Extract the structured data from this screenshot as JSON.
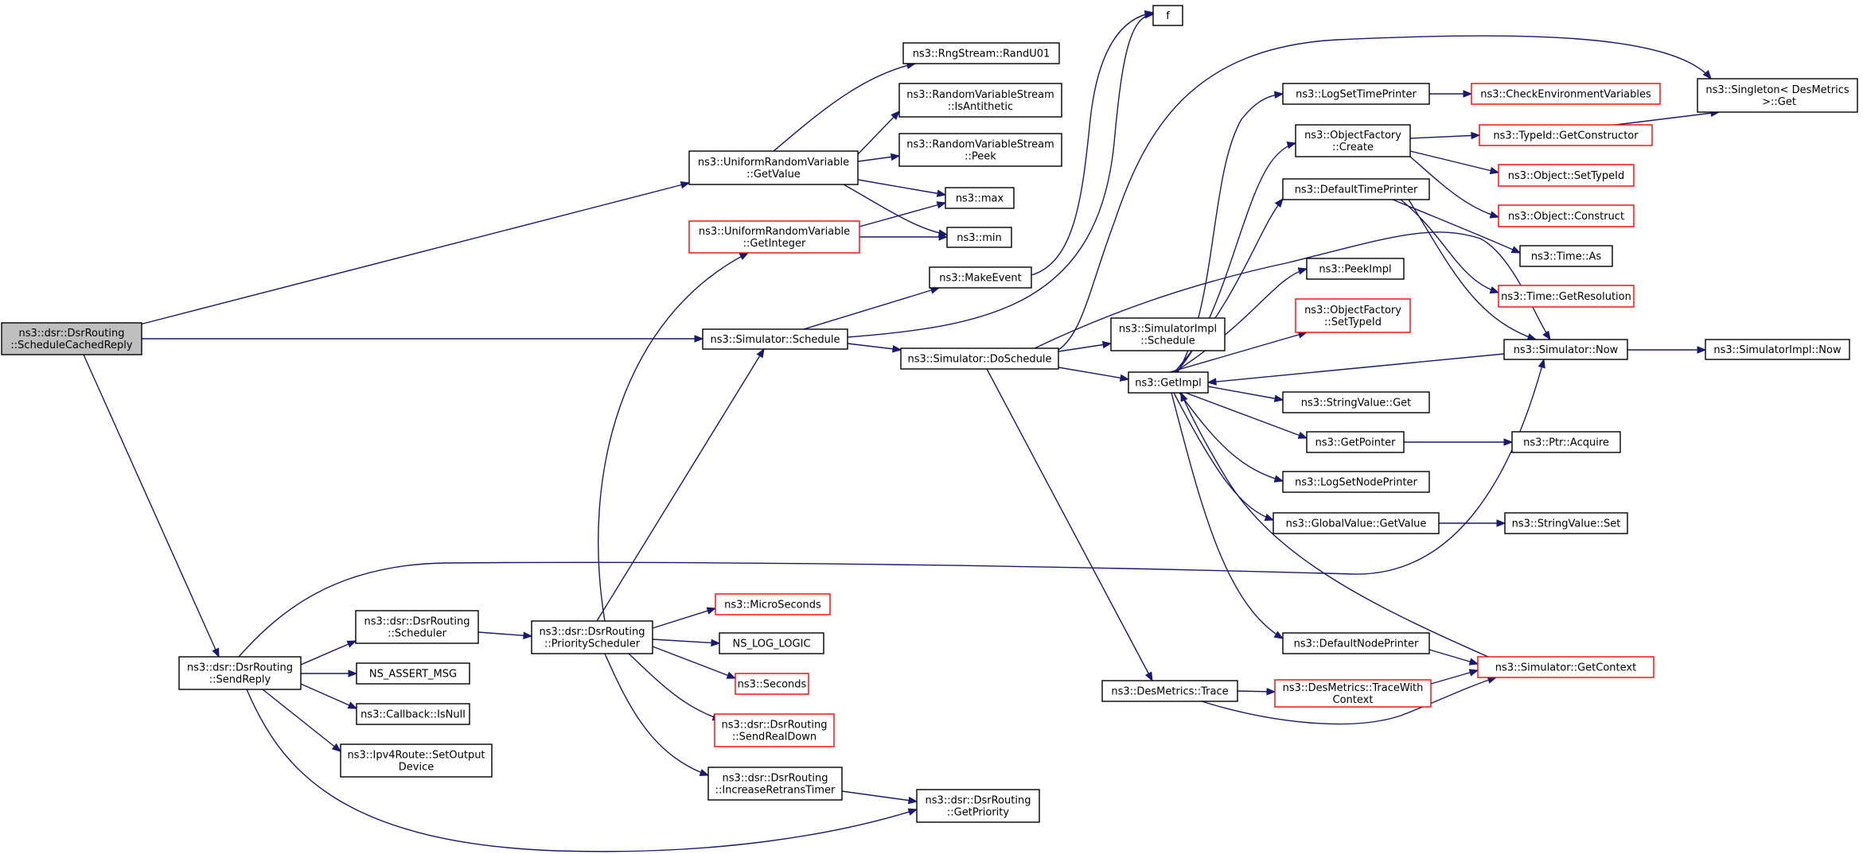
{
  "colors": {
    "edge": "#191970",
    "node_border": "#000000",
    "node_border_truncated": "#ff0000",
    "root_fill": "#bfbfbf",
    "background": "#ffffff"
  },
  "nodes": {
    "root": [
      "ns3::dsr::DsrRouting",
      "::ScheduleCachedReply"
    ],
    "getvalue": [
      "ns3::UniformRandomVariable",
      "::GetValue"
    ],
    "randu01": [
      "ns3::RngStream::RandU01"
    ],
    "isanti": [
      "ns3::RandomVariableStream",
      "::IsAntithetic"
    ],
    "peek": [
      "ns3::RandomVariableStream",
      "::Peek"
    ],
    "max": [
      "ns3::max"
    ],
    "min": [
      "ns3::min"
    ],
    "getint": [
      "ns3::UniformRandomVariable",
      "::GetInteger"
    ],
    "f": [
      "f"
    ],
    "makeevent": [
      "ns3::MakeEvent"
    ],
    "schedule": [
      "ns3::Simulator::Schedule"
    ],
    "doschedule": [
      "ns3::Simulator::DoSchedule"
    ],
    "simimpl_sched": [
      "ns3::SimulatorImpl",
      "::Schedule"
    ],
    "getimpl": [
      "ns3::GetImpl"
    ],
    "logsettime": [
      "ns3::LogSetTimePrinter"
    ],
    "checkenv": [
      "ns3::CheckEnvironmentVariables"
    ],
    "objfac_create": [
      "ns3::ObjectFactory",
      "::Create"
    ],
    "typeid_getcons": [
      "ns3::TypeId::GetConstructor"
    ],
    "singleton": [
      "ns3::Singleton< DesMetrics",
      " >::Get"
    ],
    "settypeid": [
      "ns3::Object::SetTypeId"
    ],
    "construct": [
      "ns3::Object::Construct"
    ],
    "deftimeprinter": [
      "ns3::DefaultTimePrinter"
    ],
    "timeas": [
      "ns3::Time::As"
    ],
    "getres": [
      "ns3::Time::GetResolution"
    ],
    "peekimpl": [
      "ns3::PeekImpl"
    ],
    "objfac_settype": [
      "ns3::ObjectFactory",
      "::SetTypeId"
    ],
    "now": [
      "ns3::Simulator::Now"
    ],
    "simimpl_now": [
      "ns3::SimulatorImpl::Now"
    ],
    "strget": [
      "ns3::StringValue::Get"
    ],
    "getpointer": [
      "ns3::GetPointer"
    ],
    "acquire": [
      "ns3::Ptr::Acquire"
    ],
    "logsetnode": [
      "ns3::LogSetNodePrinter"
    ],
    "gv_getvalue": [
      "ns3::GlobalValue::GetValue"
    ],
    "strset": [
      "ns3::StringValue::Set"
    ],
    "defnodeprinter": [
      "ns3::DefaultNodePrinter"
    ],
    "getcontext": [
      "ns3::Simulator::GetContext"
    ],
    "trace": [
      "ns3::DesMetrics::Trace"
    ],
    "tracewith": [
      "ns3::DesMetrics::TraceWith",
      "Context"
    ],
    "sendreply": [
      "ns3::dsr::DsrRouting",
      "::SendReply"
    ],
    "scheduler": [
      "ns3::dsr::DsrRouting",
      "::Scheduler"
    ],
    "prio": [
      "ns3::dsr::DsrRouting",
      "::PriorityScheduler"
    ],
    "micro": [
      "ns3::MicroSeconds"
    ],
    "nslog": [
      "NS_LOG_LOGIC"
    ],
    "seconds": [
      "ns3::Seconds"
    ],
    "sendrealdown": [
      "ns3::dsr::DsrRouting",
      "::SendRealDown"
    ],
    "incretrans": [
      "ns3::dsr::DsrRouting",
      "::IncreaseRetransTimer"
    ],
    "getprio": [
      "ns3::dsr::DsrRouting",
      "::GetPriority"
    ],
    "assert": [
      "NS_ASSERT_MSG"
    ],
    "isnull": [
      "ns3::Callback::IsNull"
    ],
    "setout": [
      "ns3::Ipv4Route::SetOutput",
      "Device"
    ]
  }
}
